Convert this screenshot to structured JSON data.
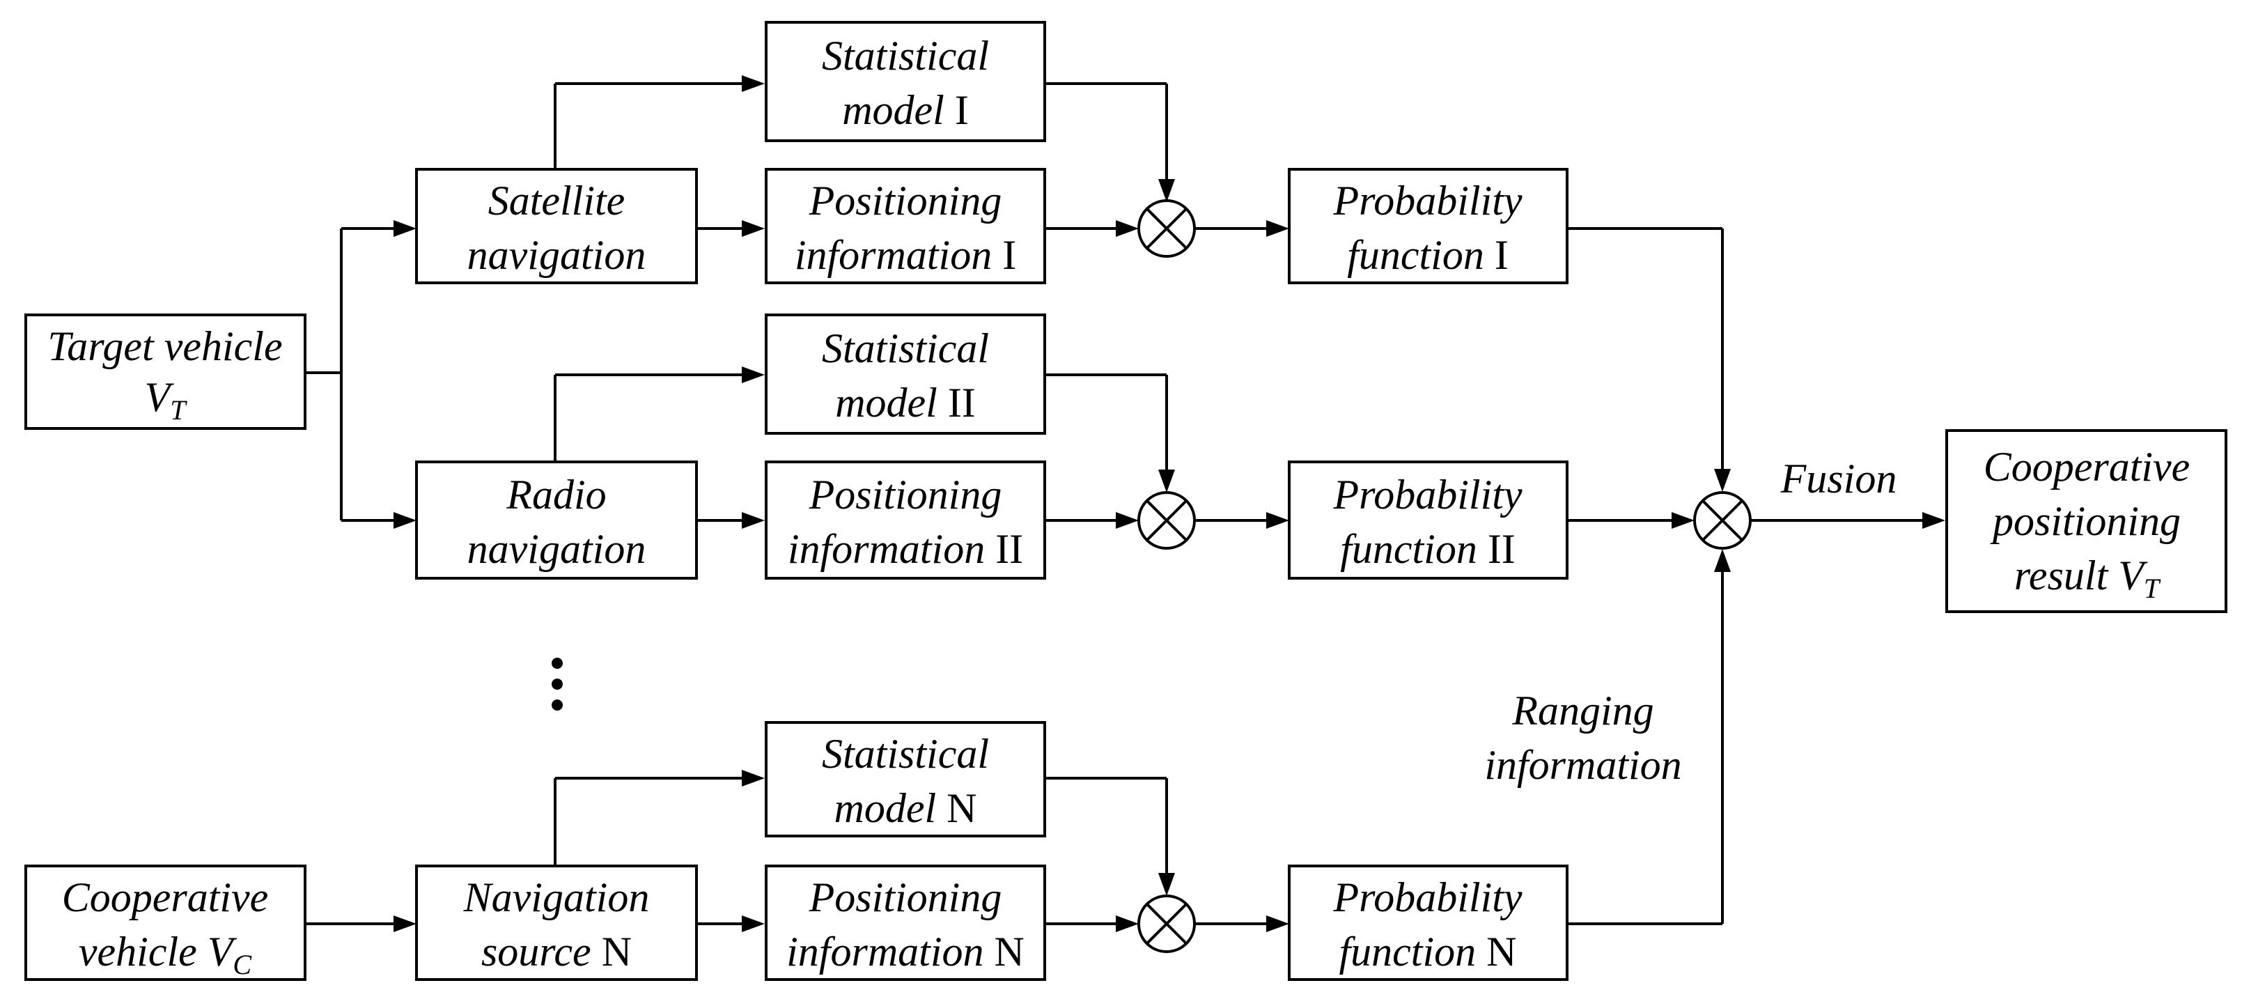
{
  "nodes": {
    "target_vehicle": {
      "line1": "Target vehicle",
      "line2_var": "V",
      "line2_sub": "T"
    },
    "cooperative_vehicle": {
      "line1": "Cooperative",
      "line2_text": "vehicle ",
      "line2_var": "V",
      "line2_sub": "C"
    },
    "satellite_navigation": {
      "line1": "Satellite",
      "line2": "navigation"
    },
    "radio_navigation": {
      "line1": "Radio",
      "line2": "navigation"
    },
    "navigation_source": {
      "line1": "Navigation",
      "line2_text": "source ",
      "line2_roman": "N"
    },
    "statistical_model_1": {
      "line1": "Statistical",
      "line2_text": "model ",
      "line2_roman": "I"
    },
    "statistical_model_2": {
      "line1": "Statistical",
      "line2_text": "model ",
      "line2_roman": "II"
    },
    "statistical_model_n": {
      "line1": "Statistical",
      "line2_text": "model ",
      "line2_roman": "N"
    },
    "positioning_info_1": {
      "line1": "Positioning",
      "line2_text": "information ",
      "line2_roman": "I"
    },
    "positioning_info_2": {
      "line1": "Positioning",
      "line2_text": "information ",
      "line2_roman": "II"
    },
    "positioning_info_n": {
      "line1": "Positioning",
      "line2_text": "information ",
      "line2_roman": "N"
    },
    "probability_function_1": {
      "line1": "Probability",
      "line2_text": "function ",
      "line2_roman": "I"
    },
    "probability_function_2": {
      "line1": "Probability",
      "line2_text": "function ",
      "line2_roman": "II"
    },
    "probability_function_n": {
      "line1": "Probability",
      "line2_text": "function ",
      "line2_roman": "N"
    },
    "result": {
      "line1": "Cooperative",
      "line2": "positioning",
      "line3_text": "result ",
      "line3_var": "V",
      "line3_sub": "T"
    }
  },
  "labels": {
    "fusion": "Fusion",
    "ranging_line1": "Ranging",
    "ranging_line2": "information"
  }
}
